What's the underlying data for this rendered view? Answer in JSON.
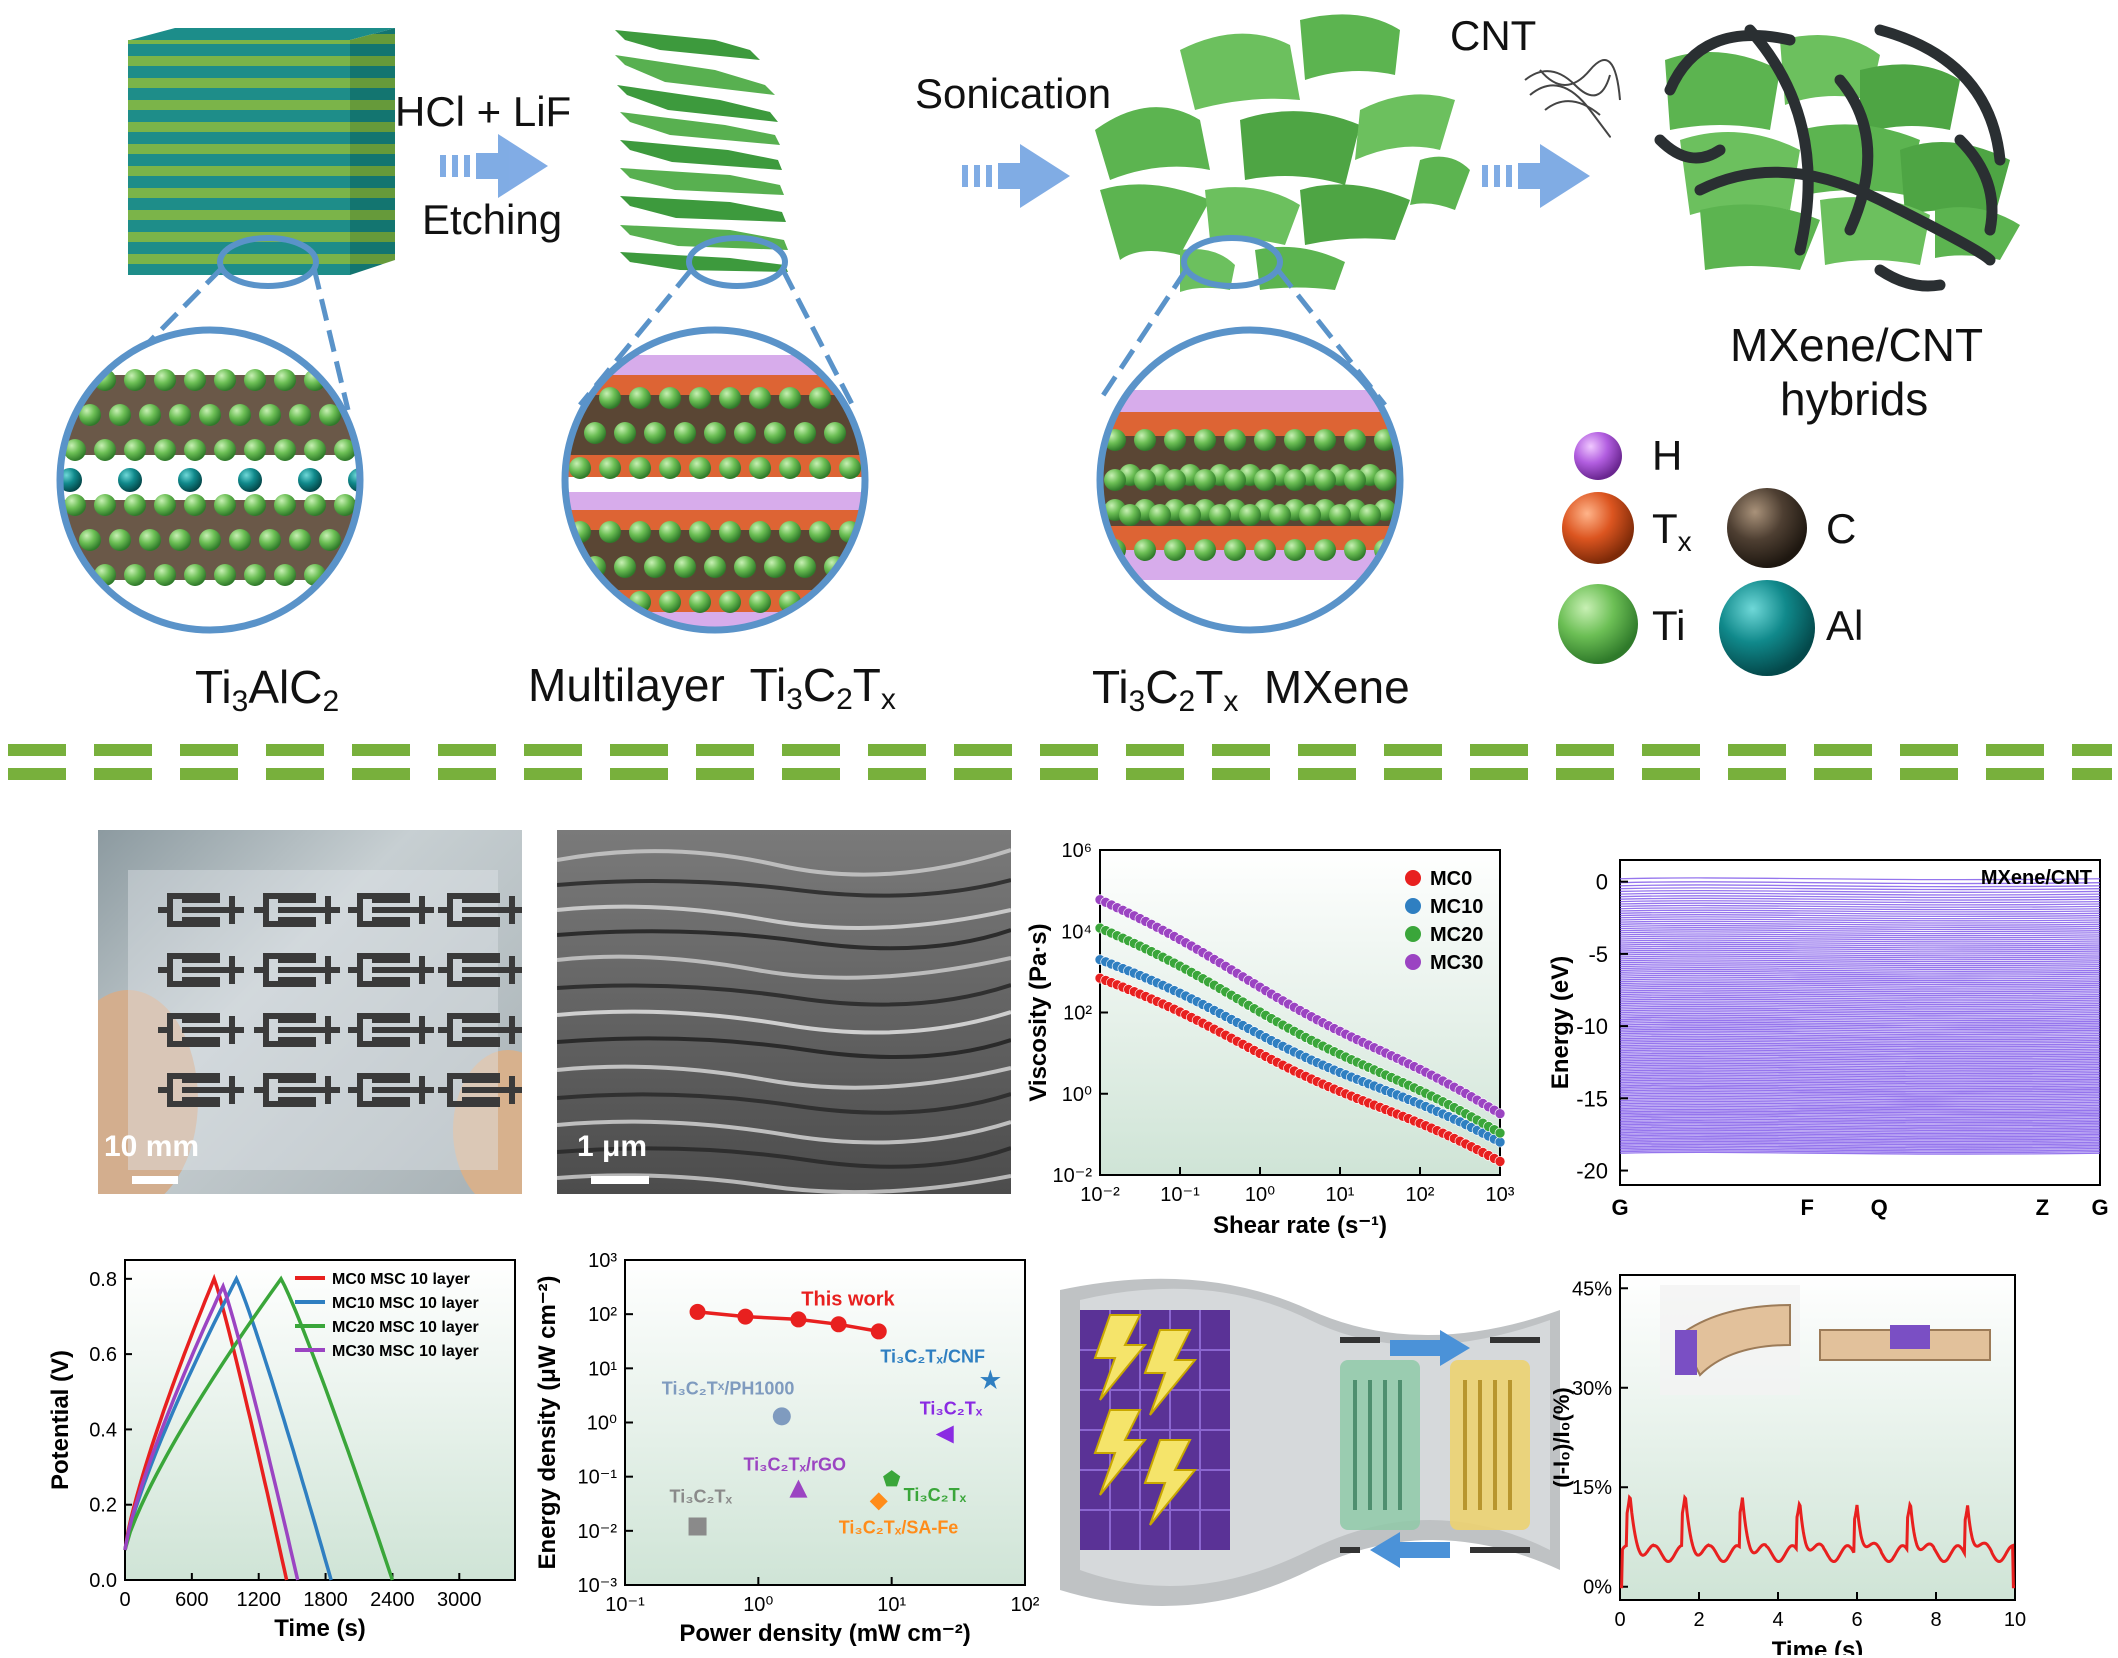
{
  "top": {
    "steps": [
      {
        "id": "etch",
        "top_label": "HCl + LiF",
        "bottom_label": "Etching"
      },
      {
        "id": "sonicate",
        "top_label": "Sonication"
      },
      {
        "id": "cnt",
        "top_label": "CNT"
      }
    ],
    "materials": {
      "max_phase": {
        "base": "Ti",
        "s1": "3",
        "mid": "AlC",
        "s2": "2"
      },
      "multilayer": {
        "prefix": "Multilayer  ",
        "base": "Ti",
        "s1": "3",
        "mid": "C",
        "s2": "2",
        "end": "T",
        "s3": "x"
      },
      "mxene": {
        "base": "Ti",
        "s1": "3",
        "mid": "C",
        "s2": "2",
        "end": "T",
        "s3": "x",
        "suffix": "  MXene"
      },
      "hybrid_line1": "MXene/CNT",
      "hybrid_line2": "hybrids"
    },
    "legend": [
      {
        "symbol": "H",
        "color": "#b05ad8"
      },
      {
        "symbol": "T",
        "sub": "x",
        "color": "#d9531e"
      },
      {
        "symbol": "C",
        "color": "#4b3d30"
      },
      {
        "symbol": "Ti",
        "color": "#5fb04e"
      },
      {
        "symbol": "Al",
        "color": "#0f8a8c"
      }
    ]
  },
  "photo": {
    "scale_label": "10 mm"
  },
  "sem": {
    "scale_label": "1 μm"
  },
  "chart_data": [
    {
      "type": "scatter",
      "id": "viscosity",
      "xlabel": "Shear rate (s⁻¹)",
      "ylabel": "Viscosity (Pa·s)",
      "x_scale": "log",
      "y_scale": "log",
      "xlim": [
        0.01,
        1000
      ],
      "ylim": [
        0.01,
        1000000
      ],
      "x_ticks": [
        "10⁻²",
        "10⁻¹",
        "10⁰",
        "10¹",
        "10²",
        "10³"
      ],
      "y_ticks": [
        "10⁻²",
        "10⁰",
        "10²",
        "10⁴",
        "10⁶"
      ],
      "legend_position": "top-right",
      "series": [
        {
          "name": "MC0",
          "color": "#e8201f",
          "start": 700,
          "end": 0.02
        },
        {
          "name": "MC10",
          "color": "#2f7fc1",
          "start": 2000,
          "end": 0.06
        },
        {
          "name": "MC20",
          "color": "#3aa63a",
          "start": 12000,
          "end": 0.1
        },
        {
          "name": "MC30",
          "color": "#9b44c2",
          "start": 60000,
          "end": 0.3
        }
      ]
    },
    {
      "type": "line",
      "id": "band_structure",
      "ylabel": "Energy (eV)",
      "title": "MXene/CNT",
      "ylim": [
        -21,
        1.5
      ],
      "y_ticks": [
        0,
        -5,
        -10,
        -15,
        -20
      ],
      "k_points": [
        "G",
        "F",
        "Q",
        "Z",
        "G"
      ],
      "color": "#7b52e8"
    },
    {
      "type": "line",
      "id": "gcd",
      "xlabel": "Time (s)",
      "ylabel": "Potential (V)",
      "xlim": [
        0,
        3500
      ],
      "ylim": [
        0,
        0.85
      ],
      "x_ticks": [
        0,
        600,
        1200,
        1800,
        2400,
        3000
      ],
      "y_ticks": [
        "0.0",
        "0.2",
        "0.4",
        "0.6",
        "0.8"
      ],
      "legend_position": "top-right",
      "series": [
        {
          "name": "MC0 MSC 10 layer",
          "color": "#e8201f",
          "peak_time": 800,
          "peak_v": 0.8,
          "end_time": 1450
        },
        {
          "name": "MC10 MSC 10 layer",
          "color": "#2f7fc1",
          "peak_time": 1000,
          "peak_v": 0.8,
          "end_time": 1850
        },
        {
          "name": "MC20 MSC 10 layer",
          "color": "#3aa63a",
          "peak_time": 1400,
          "peak_v": 0.8,
          "end_time": 2400
        },
        {
          "name": "MC30 MSC 10 layer",
          "color": "#9b44c2",
          "peak_time": 880,
          "peak_v": 0.78,
          "end_time": 1550
        }
      ]
    },
    {
      "type": "scatter",
      "id": "ragone",
      "xlabel": "Power density (mW cm⁻²)",
      "ylabel": "Energy density (μW cm⁻²)",
      "x_scale": "log",
      "y_scale": "log",
      "xlim": [
        0.1,
        100
      ],
      "ylim": [
        0.001,
        1000
      ],
      "x_ticks": [
        "10⁻¹",
        "10⁰",
        "10¹",
        "10²"
      ],
      "y_ticks": [
        "10⁻³",
        "10⁻²",
        "10⁻¹",
        "10⁰",
        "10¹",
        "10²",
        "10³"
      ],
      "this_work": {
        "name": "This work",
        "color": "#e8201f",
        "x": [
          0.35,
          0.8,
          2,
          4,
          8
        ],
        "y": [
          110,
          90,
          80,
          65,
          48
        ]
      },
      "points": [
        {
          "label": "Ti₃C₂Tₓ/CNF",
          "x": 55,
          "y": 6,
          "color": "#2f7fc1",
          "marker": "star"
        },
        {
          "label": "Ti₃C₂Tˣ/PH1000",
          "x": 1.5,
          "y": 1.3,
          "color": "#7f9bbf",
          "marker": "circle"
        },
        {
          "label": "Ti₃C₂Tₓ",
          "x": 25,
          "y": 0.6,
          "color": "#8a2be2",
          "marker": "left-triangle"
        },
        {
          "label": "Ti₃C₂Tₓ/rGO",
          "x": 2,
          "y": 0.06,
          "color": "#9b44c2",
          "marker": "triangle"
        },
        {
          "label": "Ti₃C₂Tₓ",
          "x": 10,
          "y": 0.09,
          "color": "#3aa63a",
          "marker": "pentagon"
        },
        {
          "label": "Ti₃C₂Tₓ",
          "x": 0.35,
          "y": 0.012,
          "color": "#8a8a8a",
          "marker": "square"
        },
        {
          "label": "Ti₃C₂Tₓ/SA-Fe",
          "x": 8,
          "y": 0.035,
          "color": "#ff8c1a",
          "marker": "diamond"
        }
      ]
    },
    {
      "type": "line",
      "id": "strain_response",
      "xlabel": "Time (s)",
      "ylabel": "(I-I₀)/I₀(%)",
      "xlim": [
        0,
        10
      ],
      "ylim": [
        -2,
        47
      ],
      "x_ticks": [
        0,
        2,
        4,
        6,
        8,
        10
      ],
      "y_ticks": [
        "0%",
        "15%",
        "30%",
        "45%"
      ],
      "color": "#e8201f",
      "peak_times": [
        0.25,
        1.65,
        3.1,
        4.55,
        6.0,
        7.35,
        8.8
      ],
      "peak_value": 13,
      "baseline": 5
    }
  ]
}
